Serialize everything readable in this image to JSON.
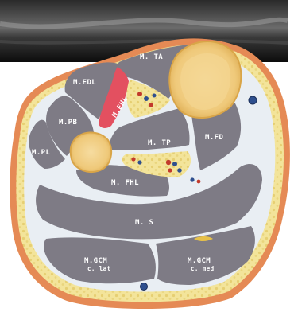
{
  "labels": {
    "ta": "M. TA",
    "edl": "M.EDL",
    "ehl": "M.EHL",
    "pb": "M.PB",
    "pl": "M.PL",
    "tp": "M. TP",
    "fd": "M.FD",
    "fhl": "M. FHL",
    "s": "M. S",
    "gcm_lat": "M.GCM",
    "gcm_lat_sub": "c. lat",
    "gcm_med": "M.GCM",
    "gcm_med_sub": "c. med"
  },
  "colors": {
    "skin": "#e58a55",
    "fat": "#f3e49a",
    "fascia": "#e9eef3",
    "muscle": "#7e7b85",
    "ehl_muscle": "#e35060",
    "bone": "#f1cf83",
    "bone_rim": "#d9a548",
    "vessel_red": "#c23a2c",
    "vessel_blue": "#2e4f8e",
    "ultrasound": "#1c1c1c"
  }
}
